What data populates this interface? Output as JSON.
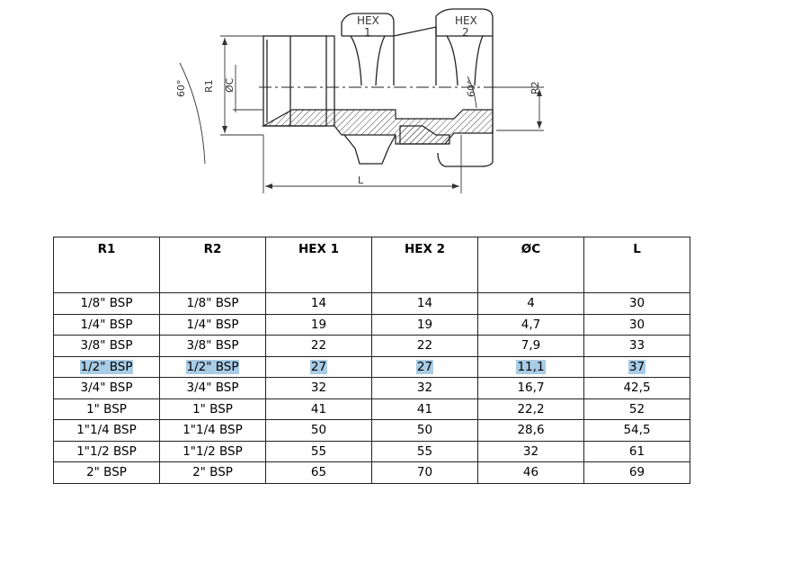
{
  "drawing": {
    "labels": {
      "hex1_top": "HEX",
      "hex1_bottom": "1",
      "hex2_top": "HEX",
      "hex2_bottom": "2",
      "angle_left": "60°",
      "angle_right": "60°",
      "r1": "R1",
      "c": "ØC",
      "r2": "R2",
      "l": "L"
    }
  },
  "table": {
    "columns": [
      "R1",
      "R2",
      "HEX 1",
      "HEX 2",
      "ØC",
      "L"
    ],
    "highlighted_row": 3,
    "rows": [
      [
        "1/8\" BSP",
        "1/8\" BSP",
        "14",
        "14",
        "4",
        "30"
      ],
      [
        "1/4\" BSP",
        "1/4\" BSP",
        "19",
        "19",
        "4,7",
        "30"
      ],
      [
        "3/8\" BSP",
        "3/8\" BSP",
        "22",
        "22",
        "7,9",
        "33"
      ],
      [
        "1/2\" BSP",
        "1/2\" BSP",
        "27",
        "27",
        "11,1",
        "37"
      ],
      [
        "3/4\" BSP",
        "3/4\" BSP",
        "32",
        "32",
        "16,7",
        "42,5"
      ],
      [
        "1\" BSP",
        "1\" BSP",
        "41",
        "41",
        "22,2",
        "52"
      ],
      [
        "1\"1/4 BSP",
        "1\"1/4 BSP",
        "50",
        "50",
        "28,6",
        "54,5"
      ],
      [
        "1\"1/2 BSP",
        "1\"1/2 BSP",
        "55",
        "55",
        "32",
        "61"
      ],
      [
        "2\" BSP",
        "2\" BSP",
        "65",
        "70",
        "46",
        "69"
      ]
    ]
  },
  "colors": {
    "highlight": "#a9cce6",
    "line": "#222222"
  }
}
